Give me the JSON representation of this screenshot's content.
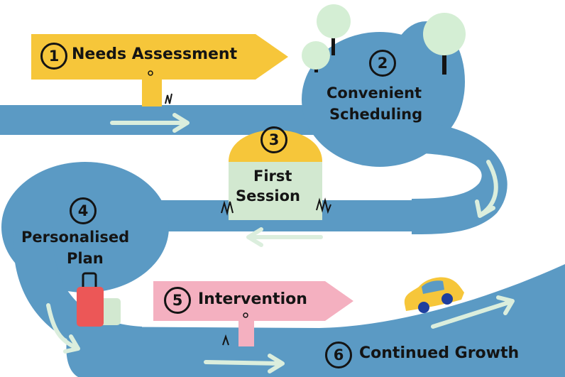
{
  "colors": {
    "road": "#5b9ac4",
    "road_arrow": "#dbeedd",
    "sign_yellow": "#f6c63a",
    "sign_pink": "#f4b0c0",
    "tree": "#d4eed4",
    "hill_top": "#f6c63a",
    "hill_bottom": "#d2e8d0",
    "suitcase": "#ec5757",
    "car": "#f6c63a",
    "wheel": "#1e3f9e",
    "ink": "#141414"
  },
  "steps": [
    {
      "number": "1",
      "label": "Needs Assessment",
      "marker": "yellow-signpost"
    },
    {
      "number": "2",
      "label_lines": [
        "Convenient",
        "Scheduling"
      ],
      "marker": "trees"
    },
    {
      "number": "3",
      "label_lines": [
        "First",
        "Session"
      ],
      "marker": "hill"
    },
    {
      "number": "4",
      "label_lines": [
        "Personalised",
        "Plan"
      ],
      "marker": "suitcase"
    },
    {
      "number": "5",
      "label": "Intervention",
      "marker": "pink-signpost"
    },
    {
      "number": "6",
      "label": "Continued Growth",
      "marker": "car"
    }
  ]
}
